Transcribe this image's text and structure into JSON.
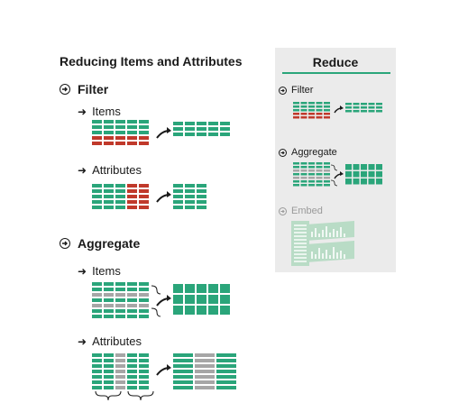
{
  "main": {
    "title": "Reducing Items and Attributes",
    "filter": {
      "label": "Filter",
      "items_label": "Items",
      "attributes_label": "Attributes"
    },
    "aggregate": {
      "label": "Aggregate",
      "items_label": "Items",
      "attributes_label": "Attributes"
    }
  },
  "panel": {
    "title": "Reduce",
    "items": [
      {
        "label": "Filter"
      },
      {
        "label": "Aggregate"
      },
      {
        "label": "Embed"
      }
    ]
  },
  "colors": {
    "green": "#2aa57a",
    "red": "#c0392b",
    "gray": "#a6a6a6",
    "light_green": "#b9dcc6",
    "panel_bg": "#ebebeb"
  }
}
